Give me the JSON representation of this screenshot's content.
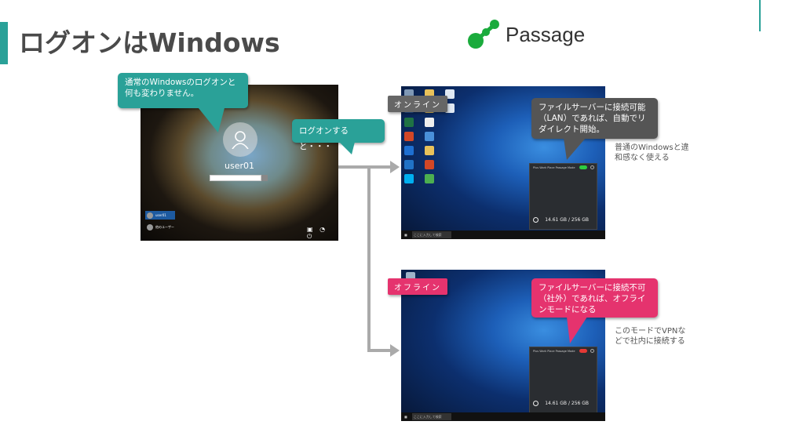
{
  "title": "ログオンはWindows",
  "logo": {
    "text": "Passage",
    "color": "#1aab3c"
  },
  "colors": {
    "accent": "#2aa198",
    "online_status": "#2ecc40",
    "offline_status": "#e53935",
    "offline_label": "#e5336e"
  },
  "login": {
    "callout": "通常のWindowsのログオンと何も変わりません。",
    "username": "user01",
    "users": [
      "user01",
      "他のユーザー"
    ],
    "next_callout": "ログオンすると・・・"
  },
  "online": {
    "label": "オンライン",
    "callout": "ファイルサーバーに接続可能（LAN）であれば、自動でリダイレクト開始。",
    "note": "普通のWindowsと違和感なく使える",
    "panel_title": "Plus Work Place Passage Mode",
    "usage": "14.61 GB / 256 GB",
    "search": "ここに入力して検索"
  },
  "offline": {
    "label": "オフライン",
    "callout": "ファイルサーバーに接続不可（社外）であれば、オフラインモードになる",
    "note": "このモードでVPNなどで社内に接続する",
    "panel_title": "Plus Work Place Passage Mode",
    "usage": "14.61 GB / 256 GB",
    "search": "ここに入力して検索"
  }
}
